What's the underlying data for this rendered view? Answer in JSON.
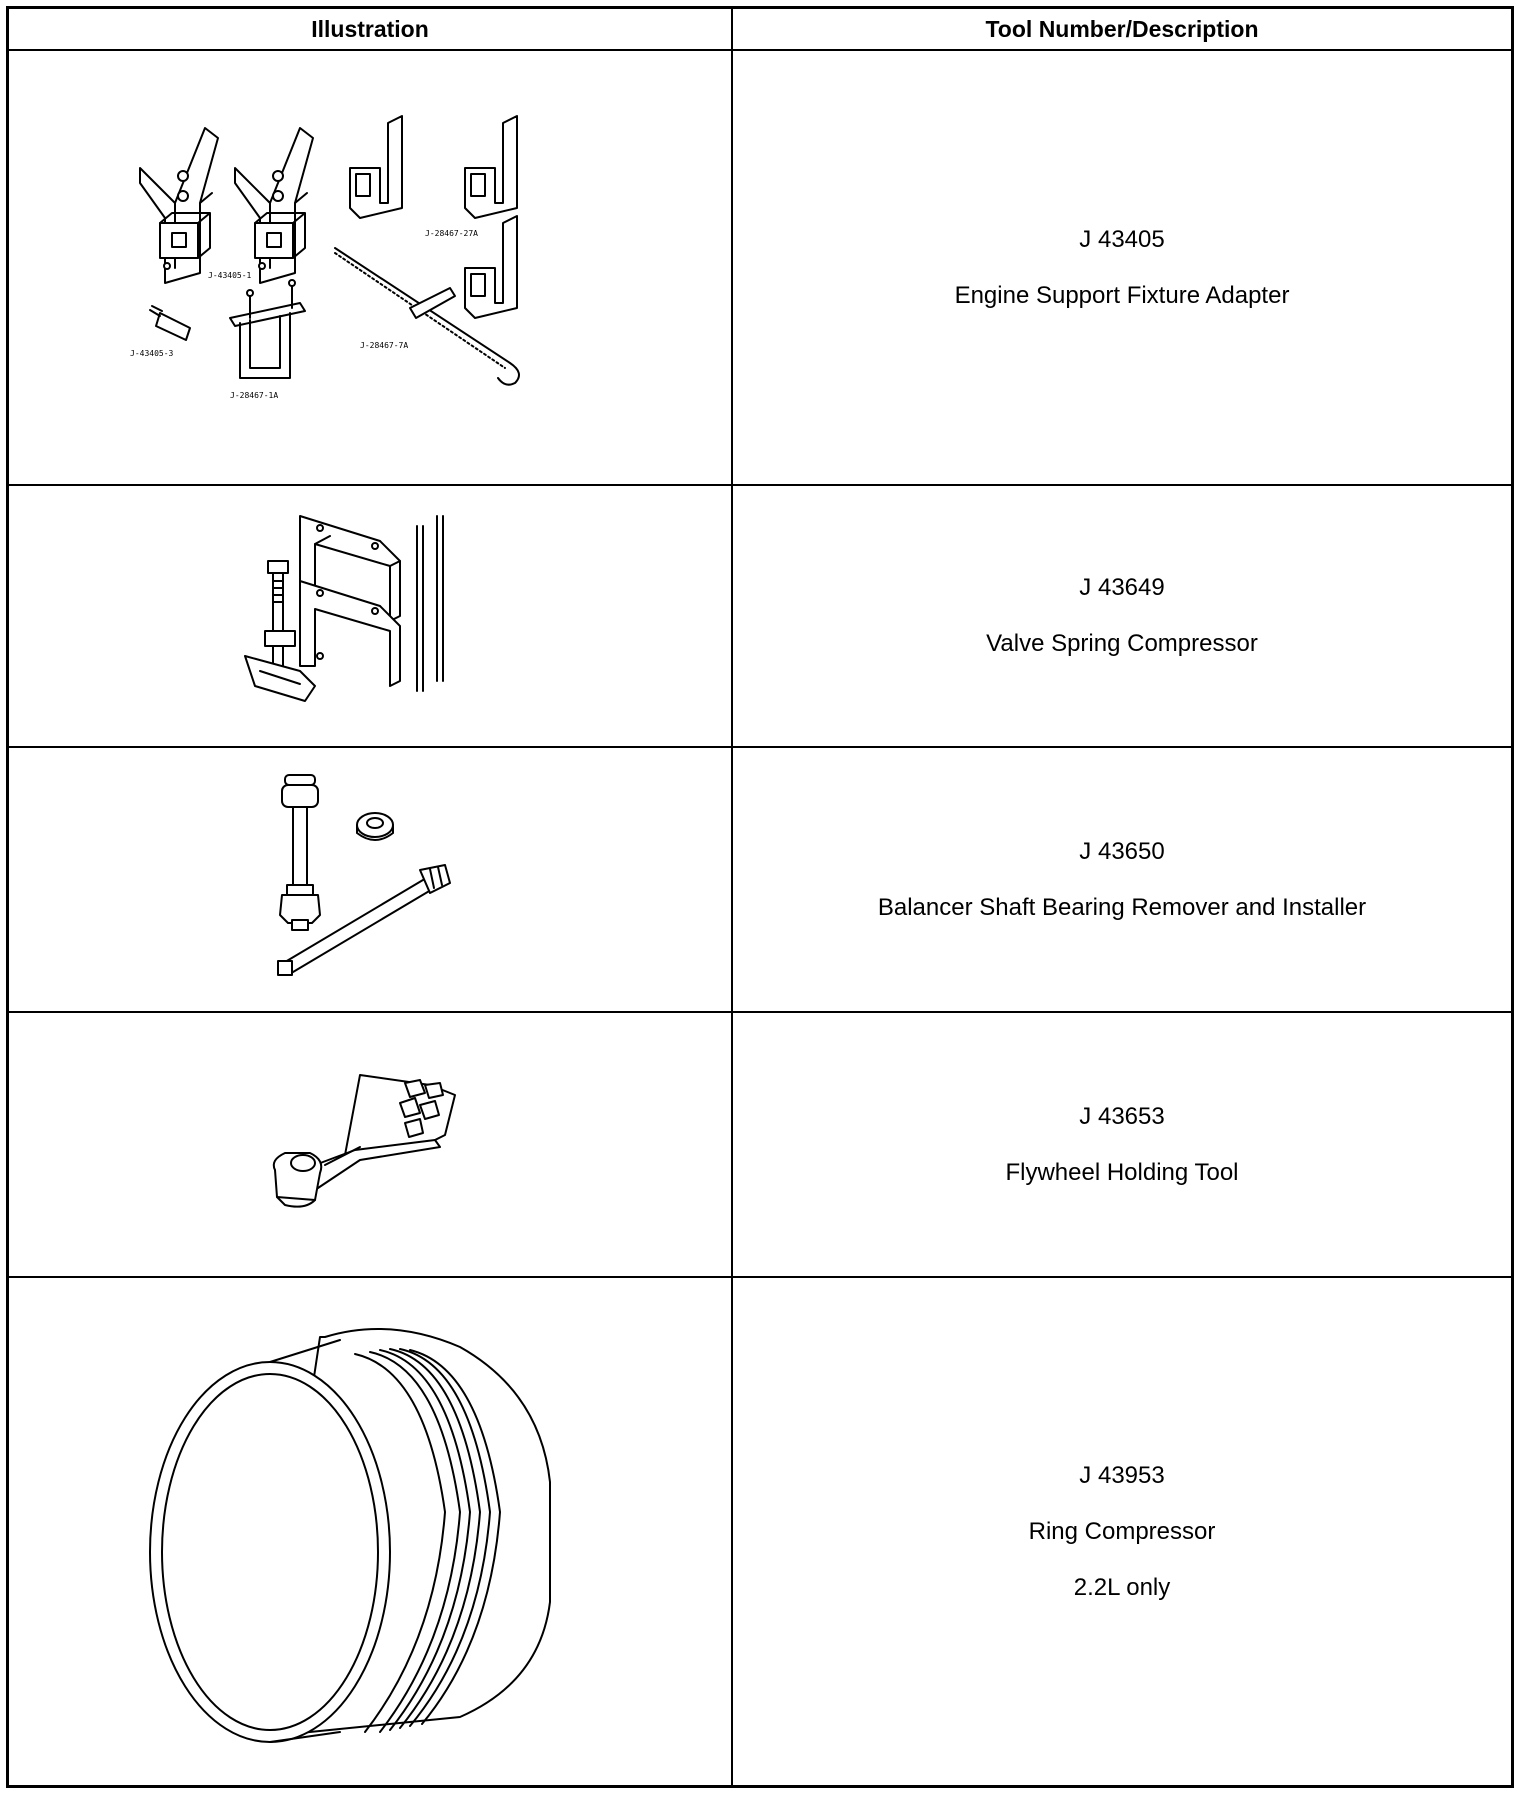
{
  "table": {
    "headers": {
      "illustration": "Illustration",
      "description": "Tool Number/Description"
    },
    "rows": [
      {
        "tool_number": "J 43405",
        "description": "Engine Support Fixture Adapter",
        "icon": "engine-support-fixture-adapter-illustration",
        "callouts": [
          "J-43405-1",
          "J-43405-3",
          "J-28467-1A",
          "J-28467-27A",
          "J-28467-7A"
        ]
      },
      {
        "tool_number": "J 43649",
        "description": "Valve Spring Compressor",
        "icon": "valve-spring-compressor-illustration"
      },
      {
        "tool_number": "J 43650",
        "description": "Balancer Shaft Bearing Remover and Installer",
        "icon": "balancer-shaft-bearing-tool-illustration"
      },
      {
        "tool_number": "J 43653",
        "description": "Flywheel Holding Tool",
        "icon": "flywheel-holding-tool-illustration"
      },
      {
        "tool_number": "J 43953",
        "description": "Ring Compressor",
        "note": "2.2L only",
        "icon": "ring-compressor-illustration"
      }
    ]
  }
}
